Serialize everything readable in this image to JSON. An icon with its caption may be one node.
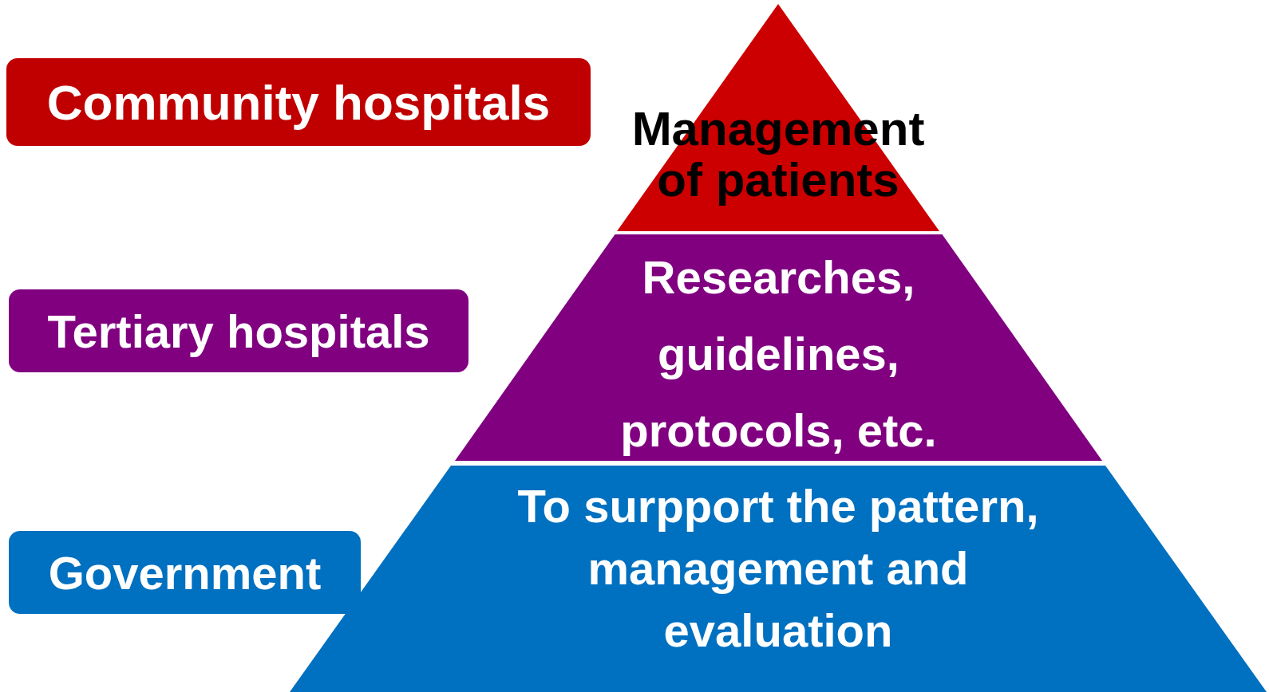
{
  "diagram": {
    "nodes": [
      {
        "text": [
          "Community hospitals"
        ]
      },
      {
        "text": [
          "Management of patients"
        ]
      },
      {
        "text": [
          "Tertiary hospitals"
        ]
      },
      {
        "text": [
          "Researches, guidelines, protocols, etc."
        ]
      },
      {
        "text": [
          "Government"
        ]
      },
      {
        "text": [
          "To surpport the pattern, management and evaluation"
        ]
      }
    ]
  }
}
